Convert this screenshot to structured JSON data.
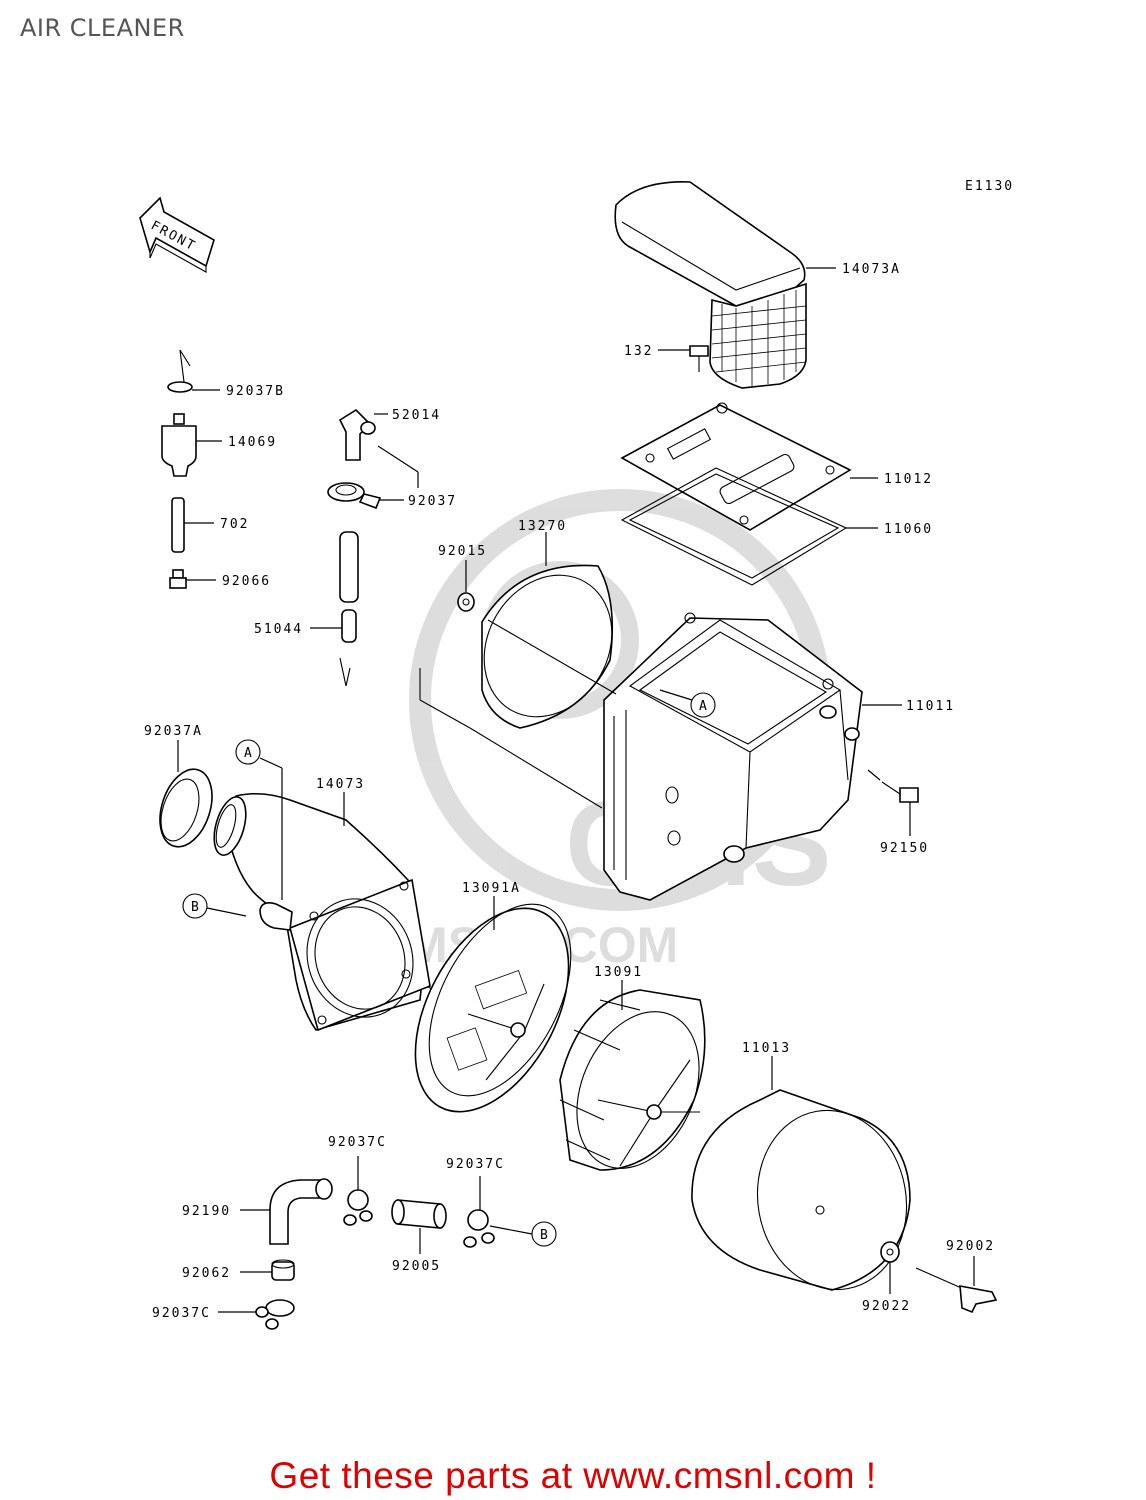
{
  "page": {
    "title": "AIR CLEANER",
    "diagram_code": "E1130",
    "front_label": "FRONT",
    "footer_link": "Get these parts at www.cmsnl.com !",
    "footer_color": "#e00000",
    "watermark_text": "CMSNL.COM"
  },
  "labels": {
    "p14073A": "14073A",
    "p132": "132",
    "p11012": "11012",
    "p11060": "11060",
    "p92037B": "92037B",
    "p14069": "14069",
    "p702": "702",
    "p92066": "92066",
    "p52014": "52014",
    "p92037": "92037",
    "p51044": "51044",
    "p13270": "13270",
    "p92015": "92015",
    "p11011": "11011",
    "p92150": "92150",
    "p92037A": "92037A",
    "p14073": "14073",
    "p13091A": "13091A",
    "p13091": "13091",
    "p11013": "11013",
    "p92037C_1": "92037C",
    "p92037C_2": "92037C",
    "p92037C_3": "92037C",
    "p92190": "92190",
    "p92062": "92062",
    "p92005": "92005",
    "p92022": "92022",
    "p92002": "92002"
  },
  "markers": {
    "A": "A",
    "B": "B"
  }
}
